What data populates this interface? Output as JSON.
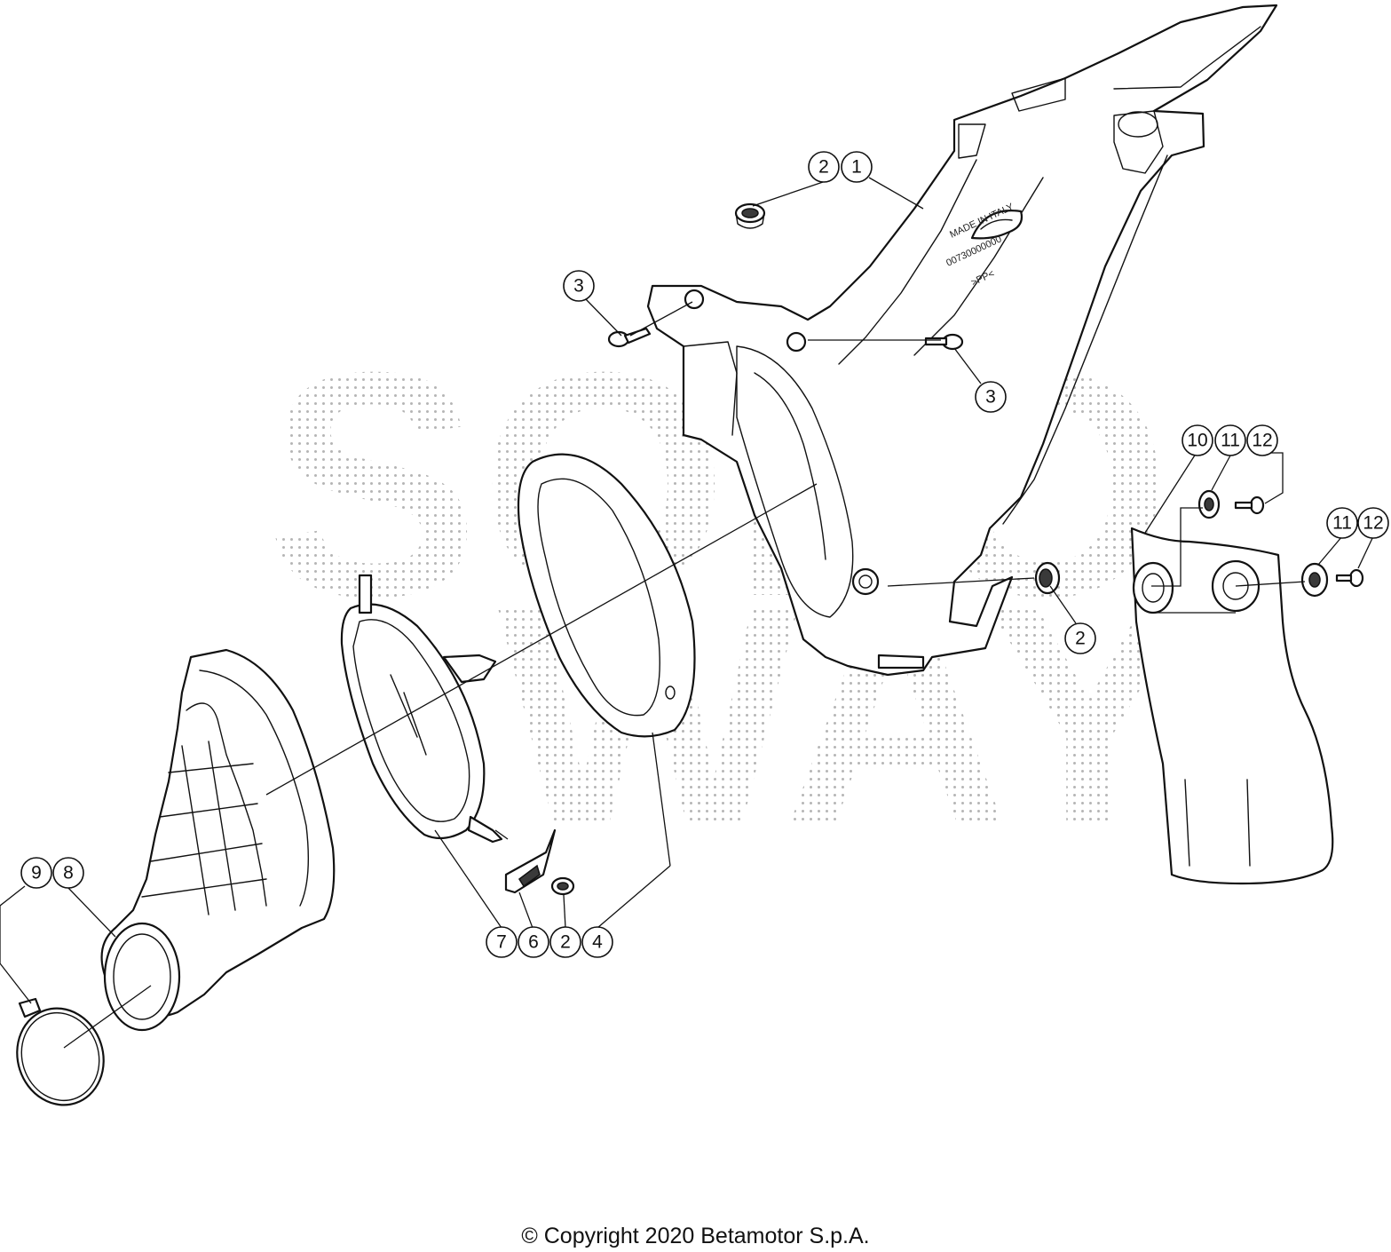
{
  "watermark": {
    "line1": "SOLO",
    "line2": "WAY"
  },
  "part_stamp": {
    "line1": "MADE IN ITALY",
    "line2": "00730000000",
    "line3": ">PP<"
  },
  "callouts": {
    "c1": "1",
    "c2a": "2",
    "c2b": "2",
    "c2c": "2",
    "c3a": "3",
    "c3b": "3",
    "c4": "4",
    "c6": "6",
    "c7": "7",
    "c8": "8",
    "c9": "9",
    "c10": "10",
    "c11a": "11",
    "c11b": "11",
    "c12a": "12",
    "c12b": "12"
  },
  "copyright": "© Copyright 2020 Betamotor S.p.A."
}
